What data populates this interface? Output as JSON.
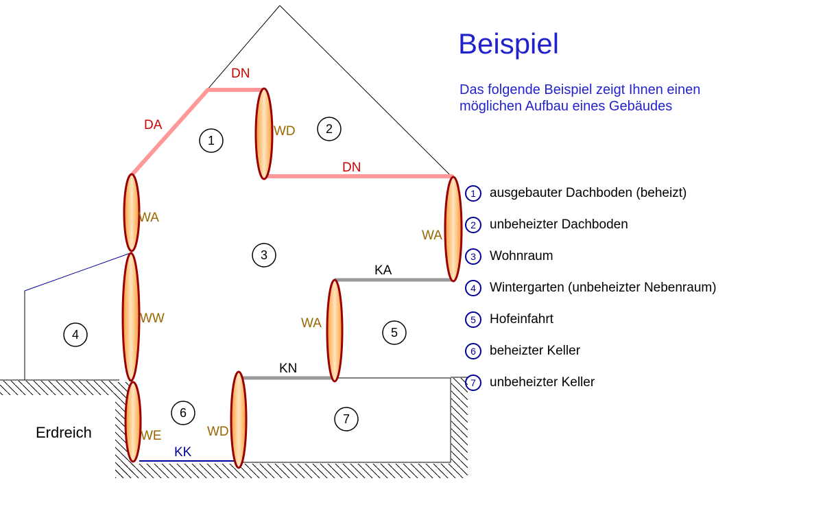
{
  "title": "Beispiel",
  "subtitle": {
    "line1": "Das folgende Beispiel zeigt Ihnen einen",
    "line2": "möglichen Aufbau eines Gebäudes"
  },
  "diagram": {
    "ground_label": "Erdreich",
    "edge_labels": {
      "dn_upper": "DN",
      "da": "DA",
      "wd_upper": "WD",
      "dn_lower": "DN",
      "wa_left": "WA",
      "wa_right": "WA",
      "ww": "WW",
      "ka": "KA",
      "wa_mid": "WA",
      "kn": "KN",
      "wd_lower": "WD",
      "we": "WE",
      "kk": "KK"
    },
    "zone_numbers": [
      "1",
      "2",
      "3",
      "4",
      "5",
      "6",
      "7"
    ]
  },
  "legend": {
    "items": [
      {
        "num": "1",
        "label": "ausgebauter Dachboden (beheizt)"
      },
      {
        "num": "2",
        "label": "unbeheizter Dachboden"
      },
      {
        "num": "3",
        "label": "Wohnraum"
      },
      {
        "num": "4",
        "label": "Wintergarten (unbeheizter Nebenraum)"
      },
      {
        "num": "5",
        "label": "Hofeinfahrt"
      },
      {
        "num": "6",
        "label": "beheizter Keller"
      },
      {
        "num": "7",
        "label": "unbeheizter Keller"
      }
    ]
  },
  "colors": {
    "heading_blue": "#2222cc",
    "roof_pink": "#ff9999",
    "label_red": "#cc0000",
    "label_brown": "#996600",
    "wall_stroke_dark_red": "#990000",
    "wall_fill_orange": "#ff9933",
    "floor_gray": "#999999",
    "navy_blue": "#000099"
  }
}
